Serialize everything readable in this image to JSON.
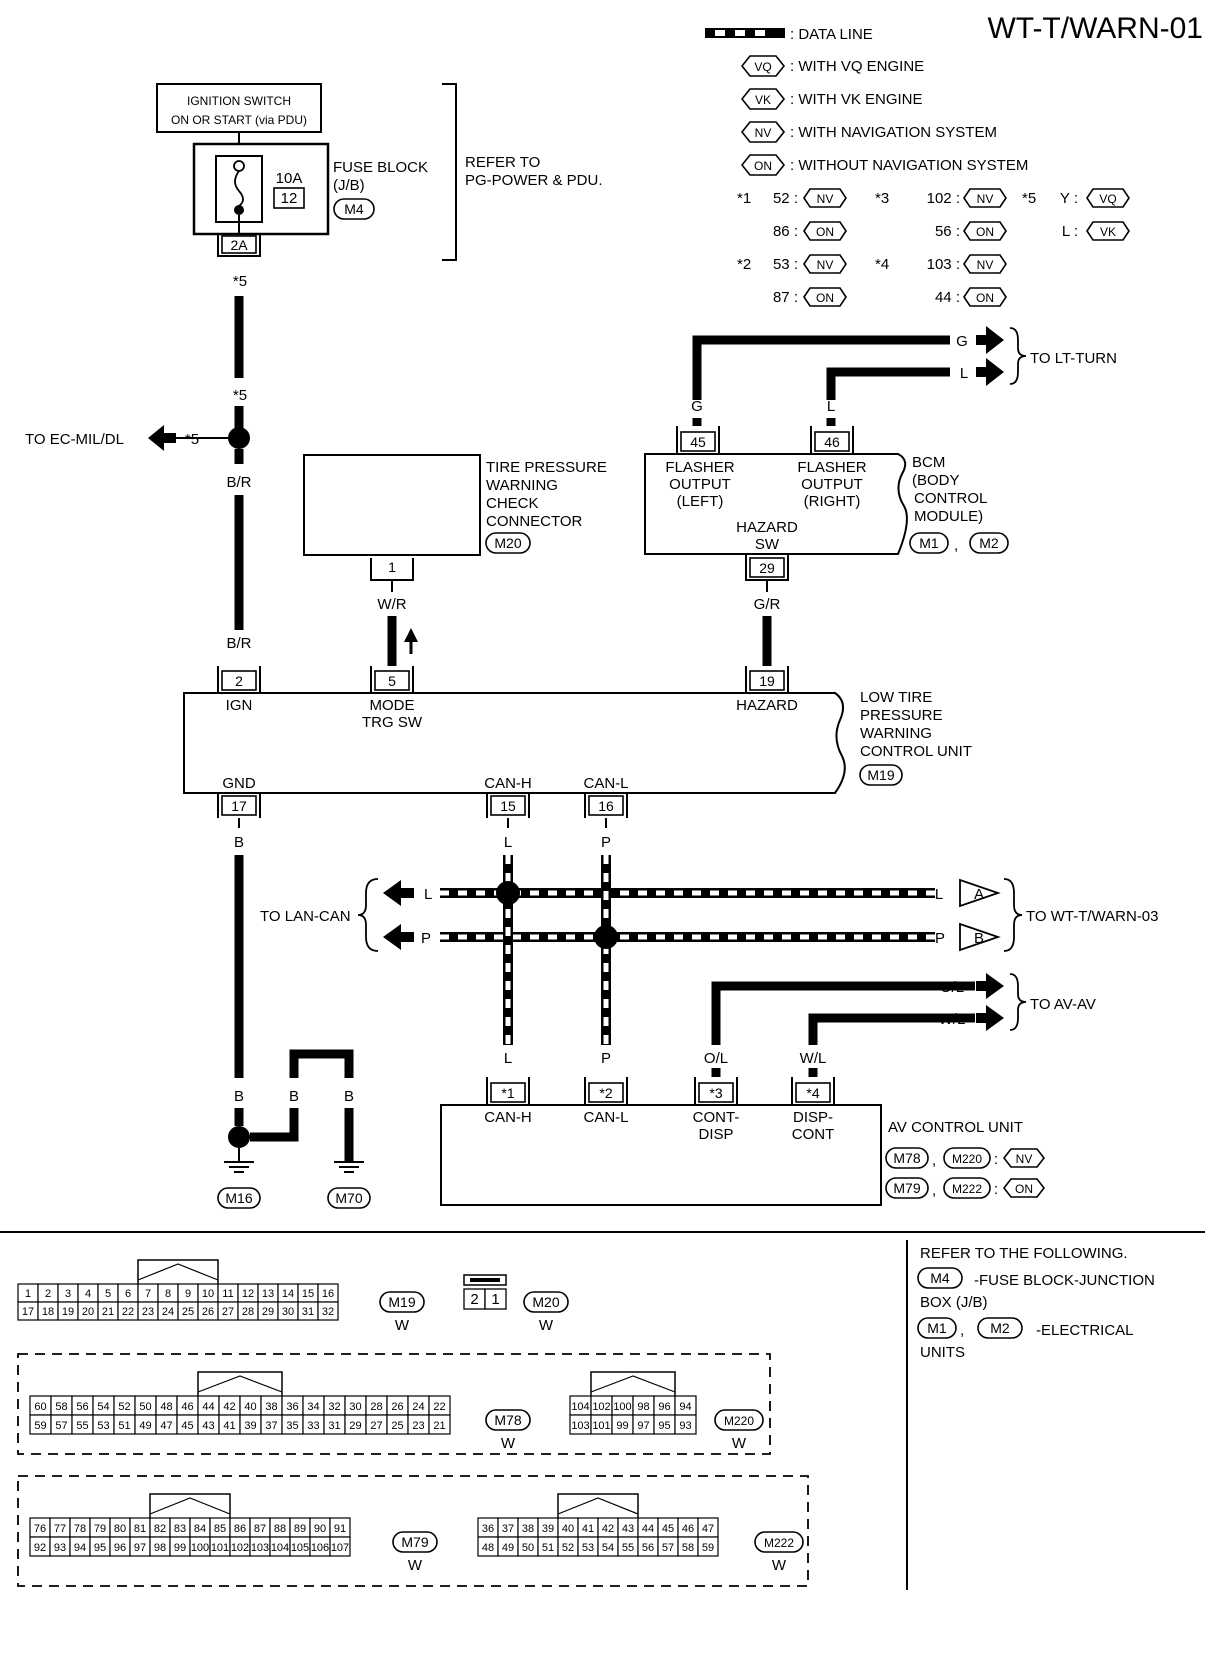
{
  "header": {
    "title": "WT-T/WARN-01"
  },
  "legend": {
    "data_line": ": DATA LINE",
    "vq": {
      "code": "VQ",
      "text": ": WITH VQ ENGINE"
    },
    "vk": {
      "code": "VK",
      "text": ": WITH VK ENGINE"
    },
    "nv": {
      "code": "NV",
      "text": ": WITH NAVIGATION SYSTEM"
    },
    "on": {
      "code": "ON",
      "text": ": WITHOUT NAVIGATION SYSTEM"
    },
    "star1": "*1",
    "star2": "*2",
    "star3": "*3",
    "star4": "*4",
    "star5": "*5",
    "s1a": "52 :",
    "s1b": "86 :",
    "s2a": "53 :",
    "s2b": "87 :",
    "s3a": "102 :",
    "s3b": "56 :",
    "s4a": "103 :",
    "s4b": "44 :",
    "s5a": "Y :",
    "s5b": "L :"
  },
  "ignition": {
    "line1": "IGNITION SWITCH",
    "line2": "ON OR START (via PDU)"
  },
  "fuse": {
    "amp": "10A",
    "num": "12",
    "label1": "FUSE BLOCK",
    "label2": "(J/B)",
    "conn": "M4",
    "pin": "2A",
    "refer1": "REFER TO",
    "refer2": "PG-POWER & PDU."
  },
  "wires": {
    "star5": "*5",
    "br": "B/R",
    "wr": "W/R",
    "gr": "G/R",
    "g": "G",
    "l": "L",
    "b": "B",
    "p": "P",
    "ol": "O/L",
    "wl": "W/L"
  },
  "to_ec": "TO EC-MIL/DL",
  "tpw": {
    "l1": "TIRE PRESSURE",
    "l2": "WARNING",
    "l3": "CHECK",
    "l4": "CONNECTOR",
    "conn": "M20",
    "pin": "1"
  },
  "bcm": {
    "pin45": "45",
    "pin46": "46",
    "pin29": "29",
    "fl1": "FLASHER",
    "fl2": "OUTPUT",
    "fl3": "(LEFT)",
    "fr1": "FLASHER",
    "fr2": "OUTPUT",
    "fr3": "(RIGHT)",
    "hz1": "HAZARD",
    "hz2": "SW",
    "n1": "BCM",
    "n2": "(BODY",
    "n3": "CONTROL",
    "n4": "MODULE)",
    "c1": "M1",
    "c2": "M2"
  },
  "to_lt": "TO LT-TURN",
  "ltpw": {
    "pin2": "2",
    "ign": "IGN",
    "pin5": "5",
    "mode1": "MODE",
    "mode2": "TRG SW",
    "pin19": "19",
    "hazard": "HAZARD",
    "gnd": "GND",
    "pin17": "17",
    "canh": "CAN-H",
    "pin15": "15",
    "canl": "CAN-L",
    "pin16": "16",
    "n1": "LOW TIRE",
    "n2": "PRESSURE",
    "n3": "WARNING",
    "n4": "CONTROL UNIT",
    "conn": "M19"
  },
  "to_lan": "TO LAN-CAN",
  "to_wt3": "TO WT-T/WARN-03",
  "flag_a": "A",
  "flag_b": "B",
  "to_av": "TO AV-AV",
  "av": {
    "p1": "*1",
    "p2": "*2",
    "p3": "*3",
    "p4": "*4",
    "canh": "CAN-H",
    "canl": "CAN-L",
    "cd1": "CONT-",
    "cd2": "DISP",
    "dc1": "DISP-",
    "dc2": "CONT",
    "name": "AV CONTROL UNIT",
    "c1": "M78",
    "c2": "M220",
    "c3": "M79",
    "c4": "M222",
    "nv": "NV",
    "on": "ON"
  },
  "grounds": {
    "g1": "M16",
    "g2": "M70"
  },
  "refer": {
    "title": "REFER TO THE FOLLOWING.",
    "m4": "M4",
    "m4t1": "-FUSE BLOCK-JUNCTION",
    "m4t2": "BOX (J/B)",
    "m1": "M1",
    "m2": "M2",
    "et1": "-ELECTRICAL",
    "et2": "UNITS"
  },
  "connectors": {
    "w": "W",
    "m19": {
      "name": "M19",
      "row1": [
        "1",
        "2",
        "3",
        "4",
        "5",
        "6",
        "7",
        "8",
        "9",
        "10",
        "11",
        "12",
        "13",
        "14",
        "15",
        "16"
      ],
      "row2": [
        "17",
        "18",
        "19",
        "20",
        "21",
        "22",
        "23",
        "24",
        "25",
        "26",
        "27",
        "28",
        "29",
        "30",
        "31",
        "32"
      ]
    },
    "m20": {
      "name": "M20",
      "row1": [
        "2",
        "1"
      ]
    },
    "m78": {
      "name": "M78",
      "row1": [
        "60",
        "58",
        "56",
        "54",
        "52",
        "50",
        "48",
        "46",
        "44",
        "42",
        "40",
        "38",
        "36",
        "34",
        "32",
        "30",
        "28",
        "26",
        "24",
        "22"
      ],
      "row2": [
        "59",
        "57",
        "55",
        "53",
        "51",
        "49",
        "47",
        "45",
        "43",
        "41",
        "39",
        "37",
        "35",
        "33",
        "31",
        "29",
        "27",
        "25",
        "23",
        "21"
      ]
    },
    "m220": {
      "name": "M220",
      "row1": [
        "104",
        "102",
        "100",
        "98",
        "96",
        "94"
      ],
      "row2": [
        "103",
        "101",
        "99",
        "97",
        "95",
        "93"
      ]
    },
    "m79": {
      "name": "M79",
      "row1": [
        "76",
        "77",
        "78",
        "79",
        "80",
        "81",
        "82",
        "83",
        "84",
        "85",
        "86",
        "87",
        "88",
        "89",
        "90",
        "91"
      ],
      "row2": [
        "92",
        "93",
        "94",
        "95",
        "96",
        "97",
        "98",
        "99",
        "100",
        "101",
        "102",
        "103",
        "104",
        "105",
        "106",
        "107"
      ]
    },
    "m222": {
      "name": "M222",
      "row1": [
        "36",
        "37",
        "38",
        "39",
        "40",
        "41",
        "42",
        "43",
        "44",
        "45",
        "46",
        "47"
      ],
      "row2": [
        "48",
        "49",
        "50",
        "51",
        "52",
        "53",
        "54",
        "55",
        "56",
        "57",
        "58",
        "59"
      ]
    }
  }
}
